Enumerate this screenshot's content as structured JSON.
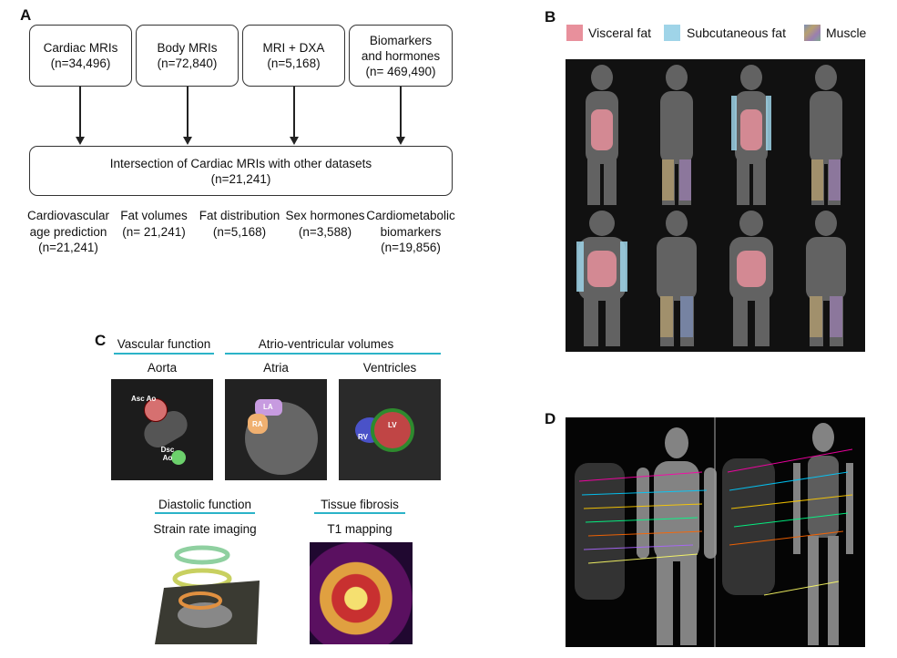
{
  "panel_a": {
    "label": "A",
    "sources": [
      {
        "title": "Cardiac MRIs",
        "n": "(n=34,496)"
      },
      {
        "title": "Body MRIs",
        "n": "(n=72,840)"
      },
      {
        "title": "MRI + DXA",
        "n": "(n=5,168)"
      },
      {
        "title": "Biomarkers and hormones",
        "n": "(n= 469,490)"
      }
    ],
    "intersection": {
      "title": "Intersection of Cardiac MRIs with other datasets",
      "n": "(n=21,241)"
    },
    "outcomes": [
      {
        "title": "Cardiovascular age prediction",
        "n": "(n=21,241)"
      },
      {
        "title": "Fat volumes",
        "n": "(n= 21,241)"
      },
      {
        "title": "Fat distribution",
        "n": "(n=5,168)"
      },
      {
        "title": "Sex hormones",
        "n": "(n=3,588)"
      },
      {
        "title": "Cardiometabolic biomarkers",
        "n": "(n=19,856)"
      }
    ]
  },
  "panel_b": {
    "label": "B",
    "legend": [
      {
        "label": "Visceral fat",
        "color": "#e8909c"
      },
      {
        "label": "Subcutaneous fat",
        "color": "#9fd4e8"
      },
      {
        "label": "Muscle",
        "color": "#8a7fb0"
      }
    ]
  },
  "panel_c": {
    "label": "C",
    "groups": {
      "vascular": "Vascular function",
      "av": "Atrio-ventricular volumes",
      "diastolic": "Diastolic function",
      "fibrosis": "Tissue fibrosis"
    },
    "images": {
      "aorta": "Aorta",
      "atria": "Atria",
      "ventricles": "Ventricles",
      "strain": "Strain rate imaging",
      "t1": "T1 mapping"
    },
    "tags": {
      "asc": "Asc Ao",
      "dsc": "Dsc Ao",
      "la": "LA",
      "ra": "RA",
      "lv": "LV",
      "rv": "RV"
    },
    "accent": "#2bb3c8"
  },
  "panel_d": {
    "label": "D"
  }
}
